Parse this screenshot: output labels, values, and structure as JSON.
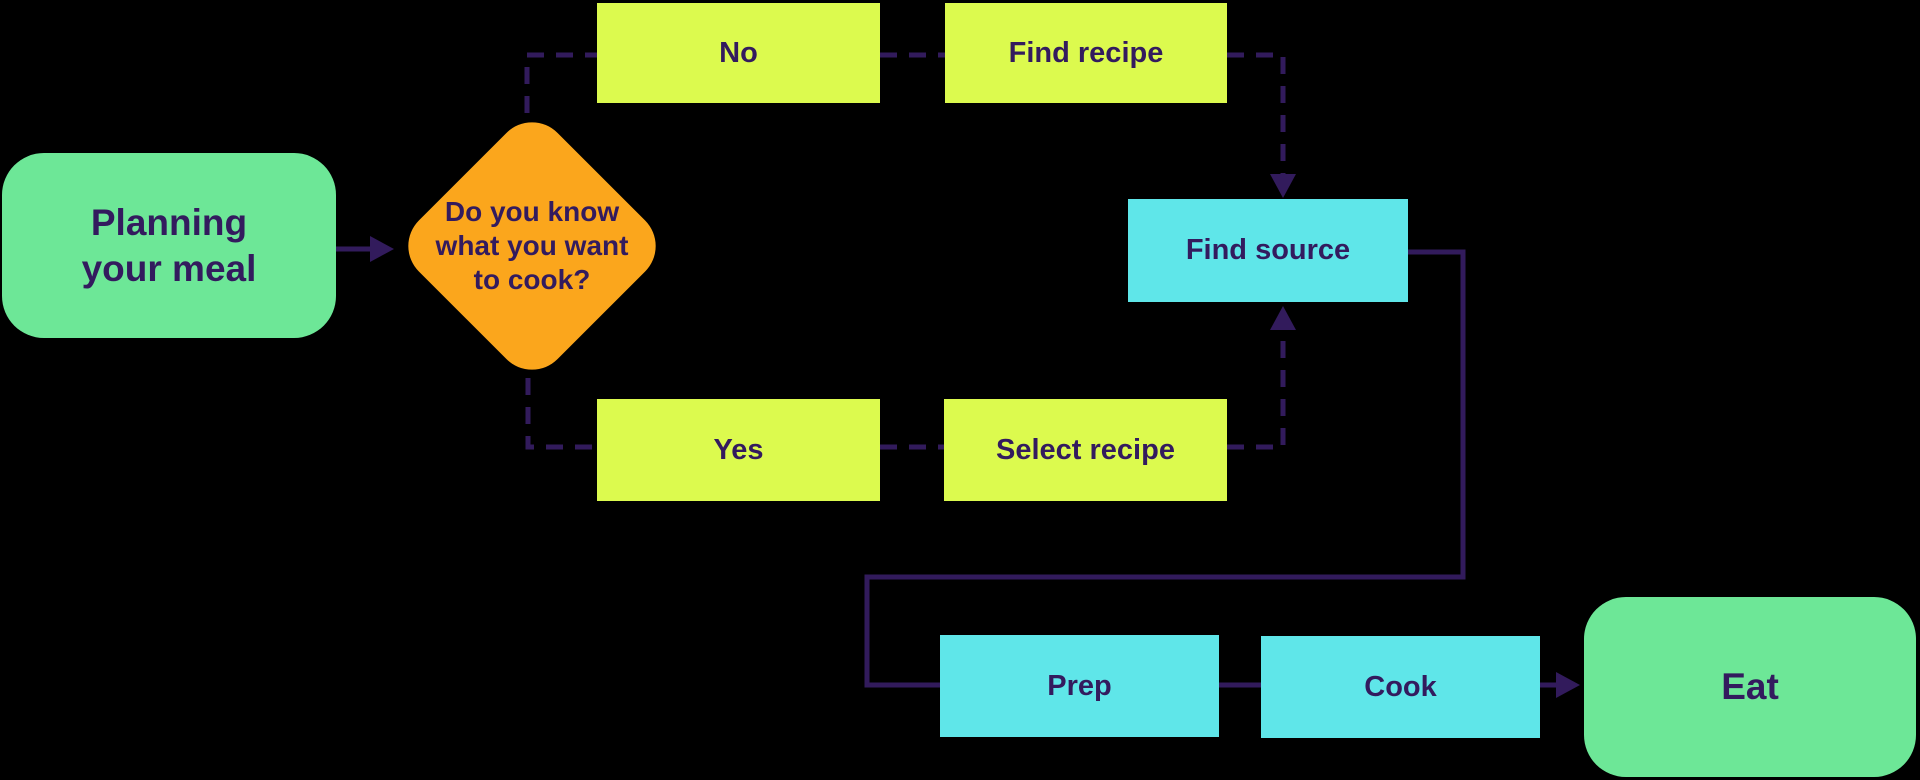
{
  "diagram": {
    "title": "Meal planning flowchart",
    "background": "#000000",
    "colors": {
      "terminal_green": "#6de797",
      "process_yellow": "#dcfa4e",
      "decision_orange": "#fba61c",
      "process_cyan": "#5fe6e9",
      "line_purple": "#321b5c",
      "text_purple": "#331b5e"
    },
    "nodes": {
      "planning": {
        "label": "Planning your meal",
        "shape": "rounded-rectangle",
        "fill": "#6de797"
      },
      "decision": {
        "label": "Do you know what you want to cook?",
        "shape": "diamond",
        "fill": "#fba61c"
      },
      "no": {
        "label": "No",
        "shape": "rectangle",
        "fill": "#dcfa4e"
      },
      "find_recipe": {
        "label": "Find recipe",
        "shape": "rectangle",
        "fill": "#dcfa4e"
      },
      "find_source": {
        "label": "Find source",
        "shape": "rectangle",
        "fill": "#5fe6e9"
      },
      "yes": {
        "label": "Yes",
        "shape": "rectangle",
        "fill": "#dcfa4e"
      },
      "select_recipe": {
        "label": "Select recipe",
        "shape": "rectangle",
        "fill": "#dcfa4e"
      },
      "prep": {
        "label": "Prep",
        "shape": "rectangle",
        "fill": "#5fe6e9"
      },
      "cook": {
        "label": "Cook",
        "shape": "rectangle",
        "fill": "#5fe6e9"
      },
      "eat": {
        "label": "Eat",
        "shape": "rounded-rectangle",
        "fill": "#6de797"
      }
    },
    "edges": [
      {
        "from": "planning",
        "to": "decision",
        "style": "solid",
        "arrow": true
      },
      {
        "from": "decision",
        "to": "no",
        "style": "dashed",
        "arrow": false
      },
      {
        "from": "no",
        "to": "find_recipe",
        "style": "dashed",
        "arrow": false
      },
      {
        "from": "find_recipe",
        "to": "find_source",
        "style": "dashed",
        "arrow": true
      },
      {
        "from": "decision",
        "to": "yes",
        "style": "dashed",
        "arrow": false
      },
      {
        "from": "yes",
        "to": "select_recipe",
        "style": "dashed",
        "arrow": false
      },
      {
        "from": "select_recipe",
        "to": "find_source",
        "style": "dashed",
        "arrow": true
      },
      {
        "from": "find_source",
        "to": "prep",
        "style": "solid",
        "arrow": false
      },
      {
        "from": "prep",
        "to": "cook",
        "style": "solid",
        "arrow": false
      },
      {
        "from": "cook",
        "to": "eat",
        "style": "solid",
        "arrow": true
      }
    ]
  }
}
